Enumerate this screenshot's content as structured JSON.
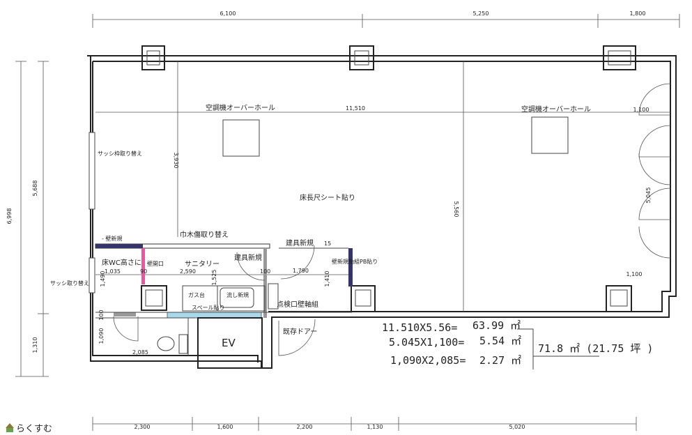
{
  "dimensions": {
    "top": [
      "6,100",
      "5,250",
      "1,800"
    ],
    "left": [
      "6,998",
      "5,688",
      "1,310"
    ],
    "bottom": [
      "2,300",
      "1,600",
      "2,200",
      "1,130",
      "5,020"
    ],
    "inner": {
      "width_main": "11,510",
      "height_main": "5,560",
      "left_height": "3,930",
      "right_top": "1,100",
      "right_height": "5,045",
      "right_bottom": "1,100",
      "wc_width": "1,035",
      "opening": "90",
      "sanitary_width": "2,590",
      "sanitary_height": "1,525",
      "door_gap": "100",
      "door_width": "1,790",
      "door_height": "1,410",
      "small": "15",
      "left_small": "1,490",
      "wc_gap": "100",
      "wc_depth": "1,090",
      "wc_len": "2,085"
    }
  },
  "labels": {
    "ac_left": "空調機オーバーホール",
    "ac_right": "空調機オーバーホール",
    "sash_replace": "サッシ枠取り替え",
    "floor_sheet": "床長尺シート貼り",
    "baseboard": "巾木傷取り替え",
    "new_wall": "- 壁新規",
    "fixture_new_top": "建具新規",
    "wc_floor": "床WC高さに",
    "wall_opening": "壁開口",
    "sanitary": "サニタリー",
    "fixture_new": "建具新規",
    "new_wall_pb": "壁新規軸組PB貼り",
    "sash_replace2": "サッシ取り替え",
    "gas": "ガス台",
    "sink": "流し新規",
    "panel": "スペール貼り",
    "inspection": "点検口壁軸組",
    "ev": "EV",
    "existing_door": "既存ドアー"
  },
  "area_calc": {
    "rows": [
      {
        "formula": "11.510X5.56=",
        "area": "63.99 ㎡"
      },
      {
        "formula": "5.045X1,100=",
        "area": "5.54 ㎡"
      },
      {
        "formula": "1,090X2,085=",
        "area": "2.27 ㎡"
      }
    ],
    "total": "71.8 ㎡  (21.75 坪 )"
  },
  "logo": "らくすむ",
  "colors": {
    "pink": "#e8589a",
    "navy": "#34346a",
    "blue": "#a8d8ea",
    "gray": "#999999"
  }
}
